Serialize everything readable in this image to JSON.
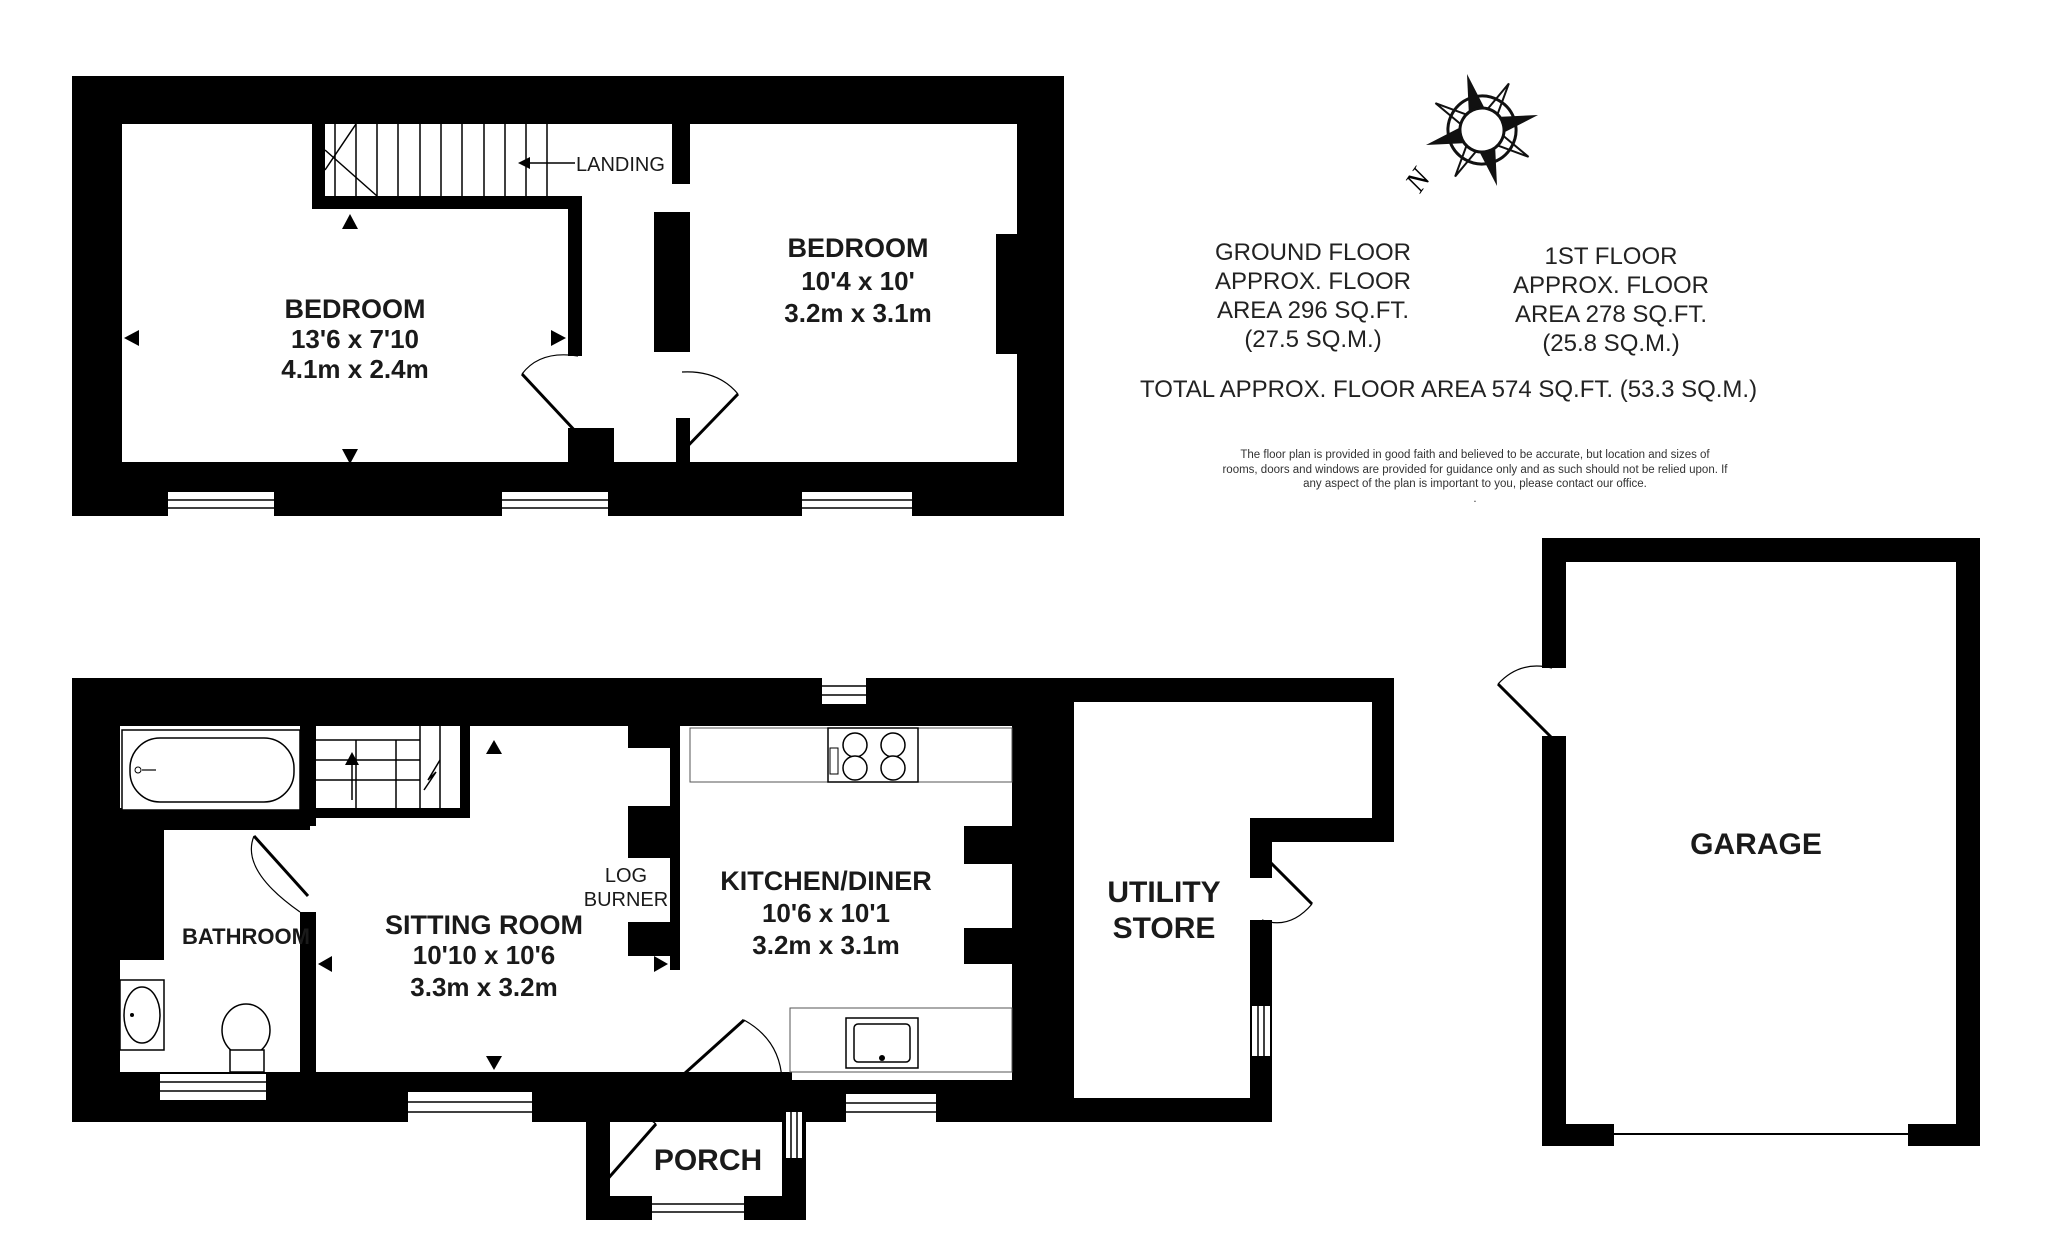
{
  "first_floor": {
    "bedroom_left": {
      "name": "BEDROOM",
      "imperial": "13'6 x 7'10",
      "metric": "4.1m x 2.4m"
    },
    "bedroom_right": {
      "name": "BEDROOM",
      "imperial": "10'4 x 10'",
      "metric": "3.2m x 3.1m"
    },
    "landing": "LANDING"
  },
  "ground_floor": {
    "bathroom": "BATHROOM",
    "sitting_room": {
      "name": "SITTING ROOM",
      "imperial": "10'10 x 10'6",
      "metric": "3.3m x 3.2m"
    },
    "log_burner": [
      "LOG",
      "BURNER"
    ],
    "kitchen": {
      "name": "KITCHEN/DINER",
      "imperial": "10'6 x 10'1",
      "metric": "3.2m x 3.1m"
    },
    "porch": "PORCH",
    "utility": [
      "UTILITY",
      "STORE"
    ]
  },
  "garage": "GARAGE",
  "compass": {
    "letter": "N",
    "rotation_deg": -55
  },
  "areas": {
    "ground": [
      "GROUND FLOOR",
      "APPROX. FLOOR",
      "AREA 296 SQ.FT.",
      "(27.5 SQ.M.)"
    ],
    "first": [
      "1ST FLOOR",
      "APPROX. FLOOR",
      "AREA 278 SQ.FT.",
      "(25.8 SQ.M.)"
    ],
    "total": "TOTAL APPROX. FLOOR AREA 574 SQ.FT. (53.3 SQ.M.)"
  },
  "disclaimer": [
    "The floor plan is provided in good faith and believed to be accurate, but location and sizes of",
    "rooms, doors and windows are provided for guidance only and as such should not be relied upon. If",
    "any aspect of the plan is important to you, please contact our office.",
    "."
  ],
  "colors": {
    "wall": "#000000",
    "text": "#1a1a1a",
    "background": "#ffffff"
  }
}
